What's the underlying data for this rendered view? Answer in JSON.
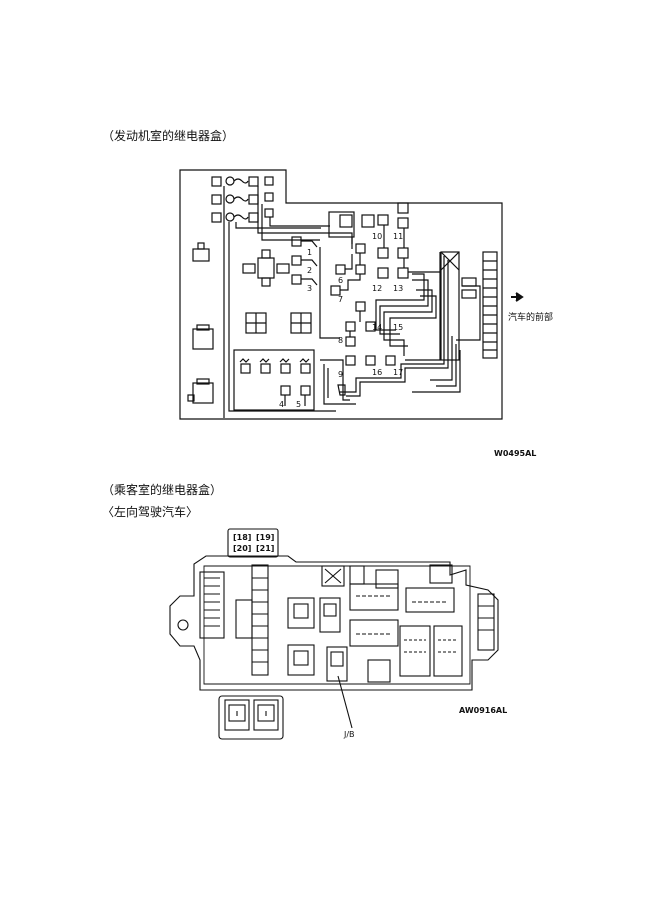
{
  "headings": {
    "engine": "（发动机室的继电器盒）",
    "cabin": "（乘客室的继电器盒）",
    "lhd": "〈左向驾驶汽车〉"
  },
  "engine_box": {
    "front_label": "汽车的前部",
    "code": "W0495AL",
    "relay_numbers": [
      "1",
      "2",
      "3",
      "4",
      "5",
      "6",
      "7",
      "8",
      "9",
      "10",
      "11",
      "12",
      "13",
      "14",
      "15",
      "16",
      "17"
    ]
  },
  "cabin_box": {
    "code": "AW0916AL",
    "jb_label": "J/B",
    "fuse_tags": [
      "[18]",
      "[19]",
      "[20]",
      "[21]"
    ]
  },
  "colors": {
    "line": "#111111",
    "background": "#ffffff"
  },
  "icons": {
    "front_arrow": "arrow-right-icon"
  }
}
